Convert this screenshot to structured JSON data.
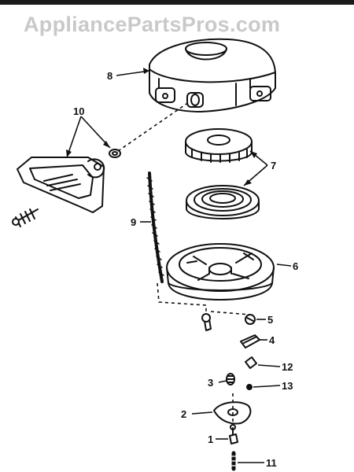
{
  "watermark": "AppliancePartsPros.com",
  "callouts": {
    "c1": "1",
    "c2": "2",
    "c3": "3",
    "c4": "4",
    "c5": "5",
    "c6": "6",
    "c7": "7",
    "c8": "8",
    "c9": "9",
    "c10": "10",
    "c11": "11",
    "c12": "12",
    "c13": "13"
  },
  "colors": {
    "ink": "#111111",
    "watermark": "#c9c9c9",
    "background": "#ffffff"
  }
}
